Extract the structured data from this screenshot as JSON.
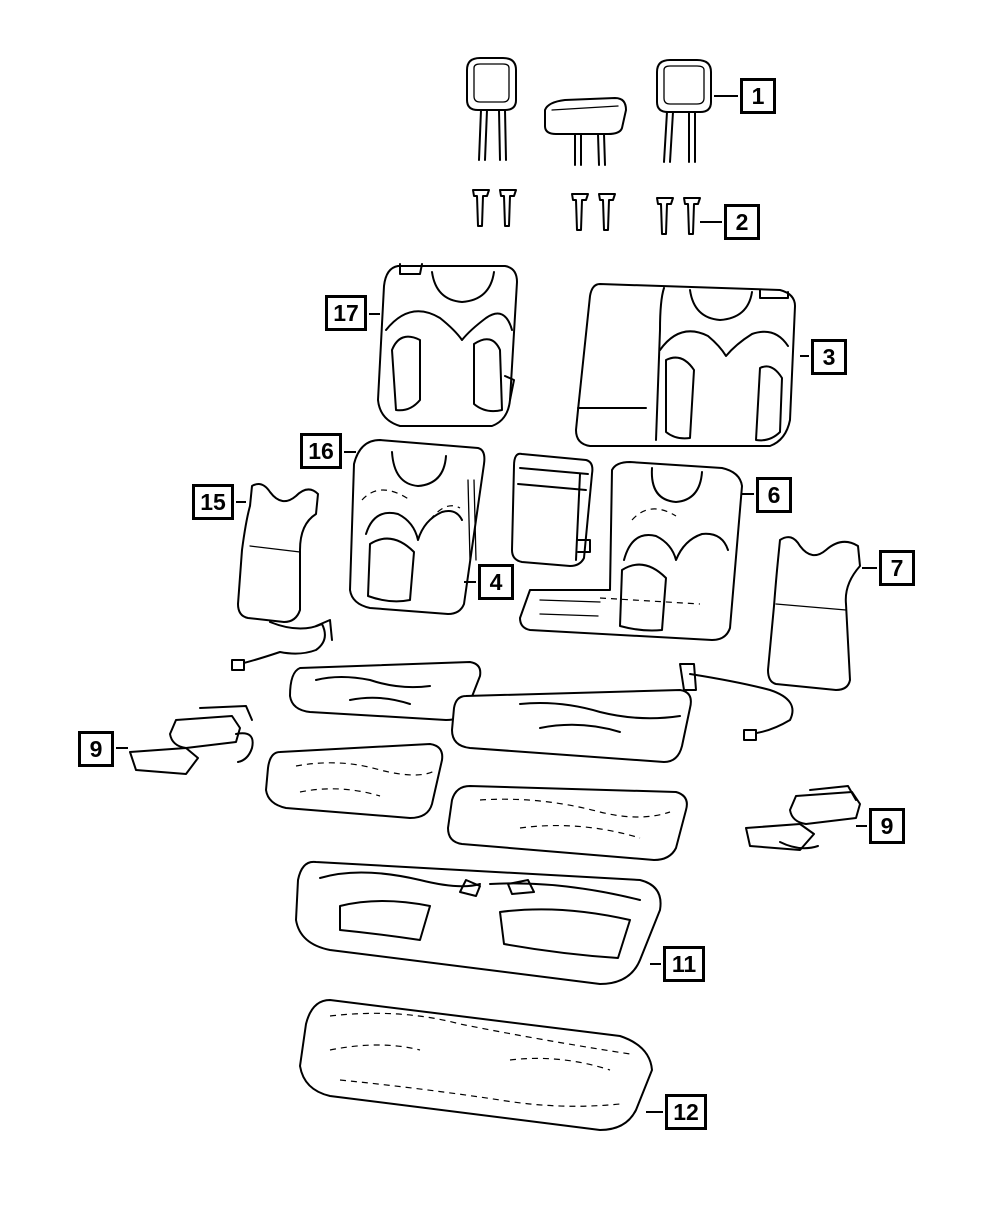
{
  "callouts": {
    "c1": "1",
    "c2": "2",
    "c3": "3",
    "c4": "4",
    "c6": "6",
    "c7": "7",
    "c9a": "9",
    "c9b": "9",
    "c11": "11",
    "c12": "12",
    "c15": "15",
    "c16": "16",
    "c17": "17"
  },
  "colors": {
    "line": "#000000",
    "background": "#ffffff"
  }
}
